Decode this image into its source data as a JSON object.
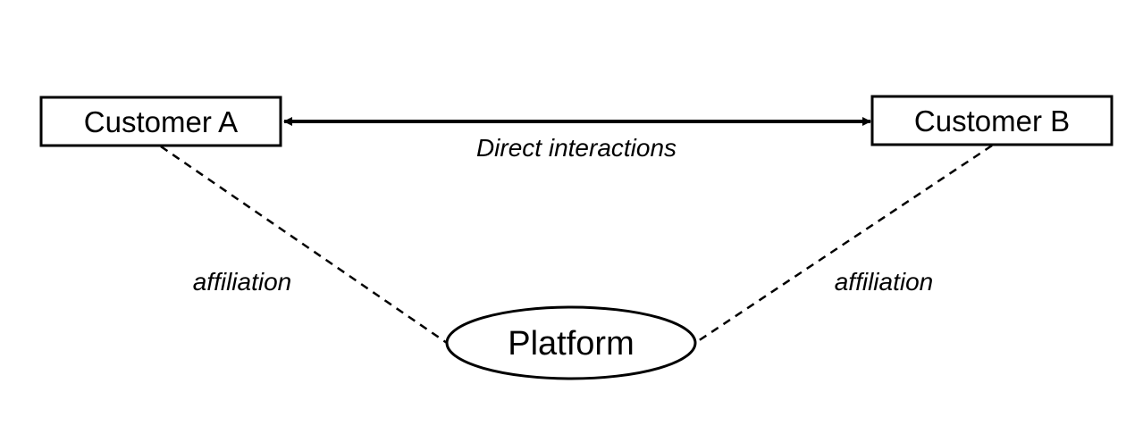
{
  "diagram": {
    "nodes": {
      "customer_a": {
        "label": "Customer A",
        "shape": "rectangle"
      },
      "customer_b": {
        "label": "Customer B",
        "shape": "rectangle"
      },
      "platform": {
        "label": "Platform",
        "shape": "ellipse"
      }
    },
    "edges": {
      "direct": {
        "from": "customer_a",
        "to": "customer_b",
        "label": "Direct interactions",
        "style": "solid",
        "arrows": "both"
      },
      "affiliation_a": {
        "from": "customer_a",
        "to": "platform",
        "label": "affiliation",
        "style": "dashed"
      },
      "affiliation_b": {
        "from": "customer_b",
        "to": "platform",
        "label": "affiliation",
        "style": "dashed"
      }
    },
    "colors": {
      "stroke": "#000000",
      "background": "#ffffff"
    }
  }
}
